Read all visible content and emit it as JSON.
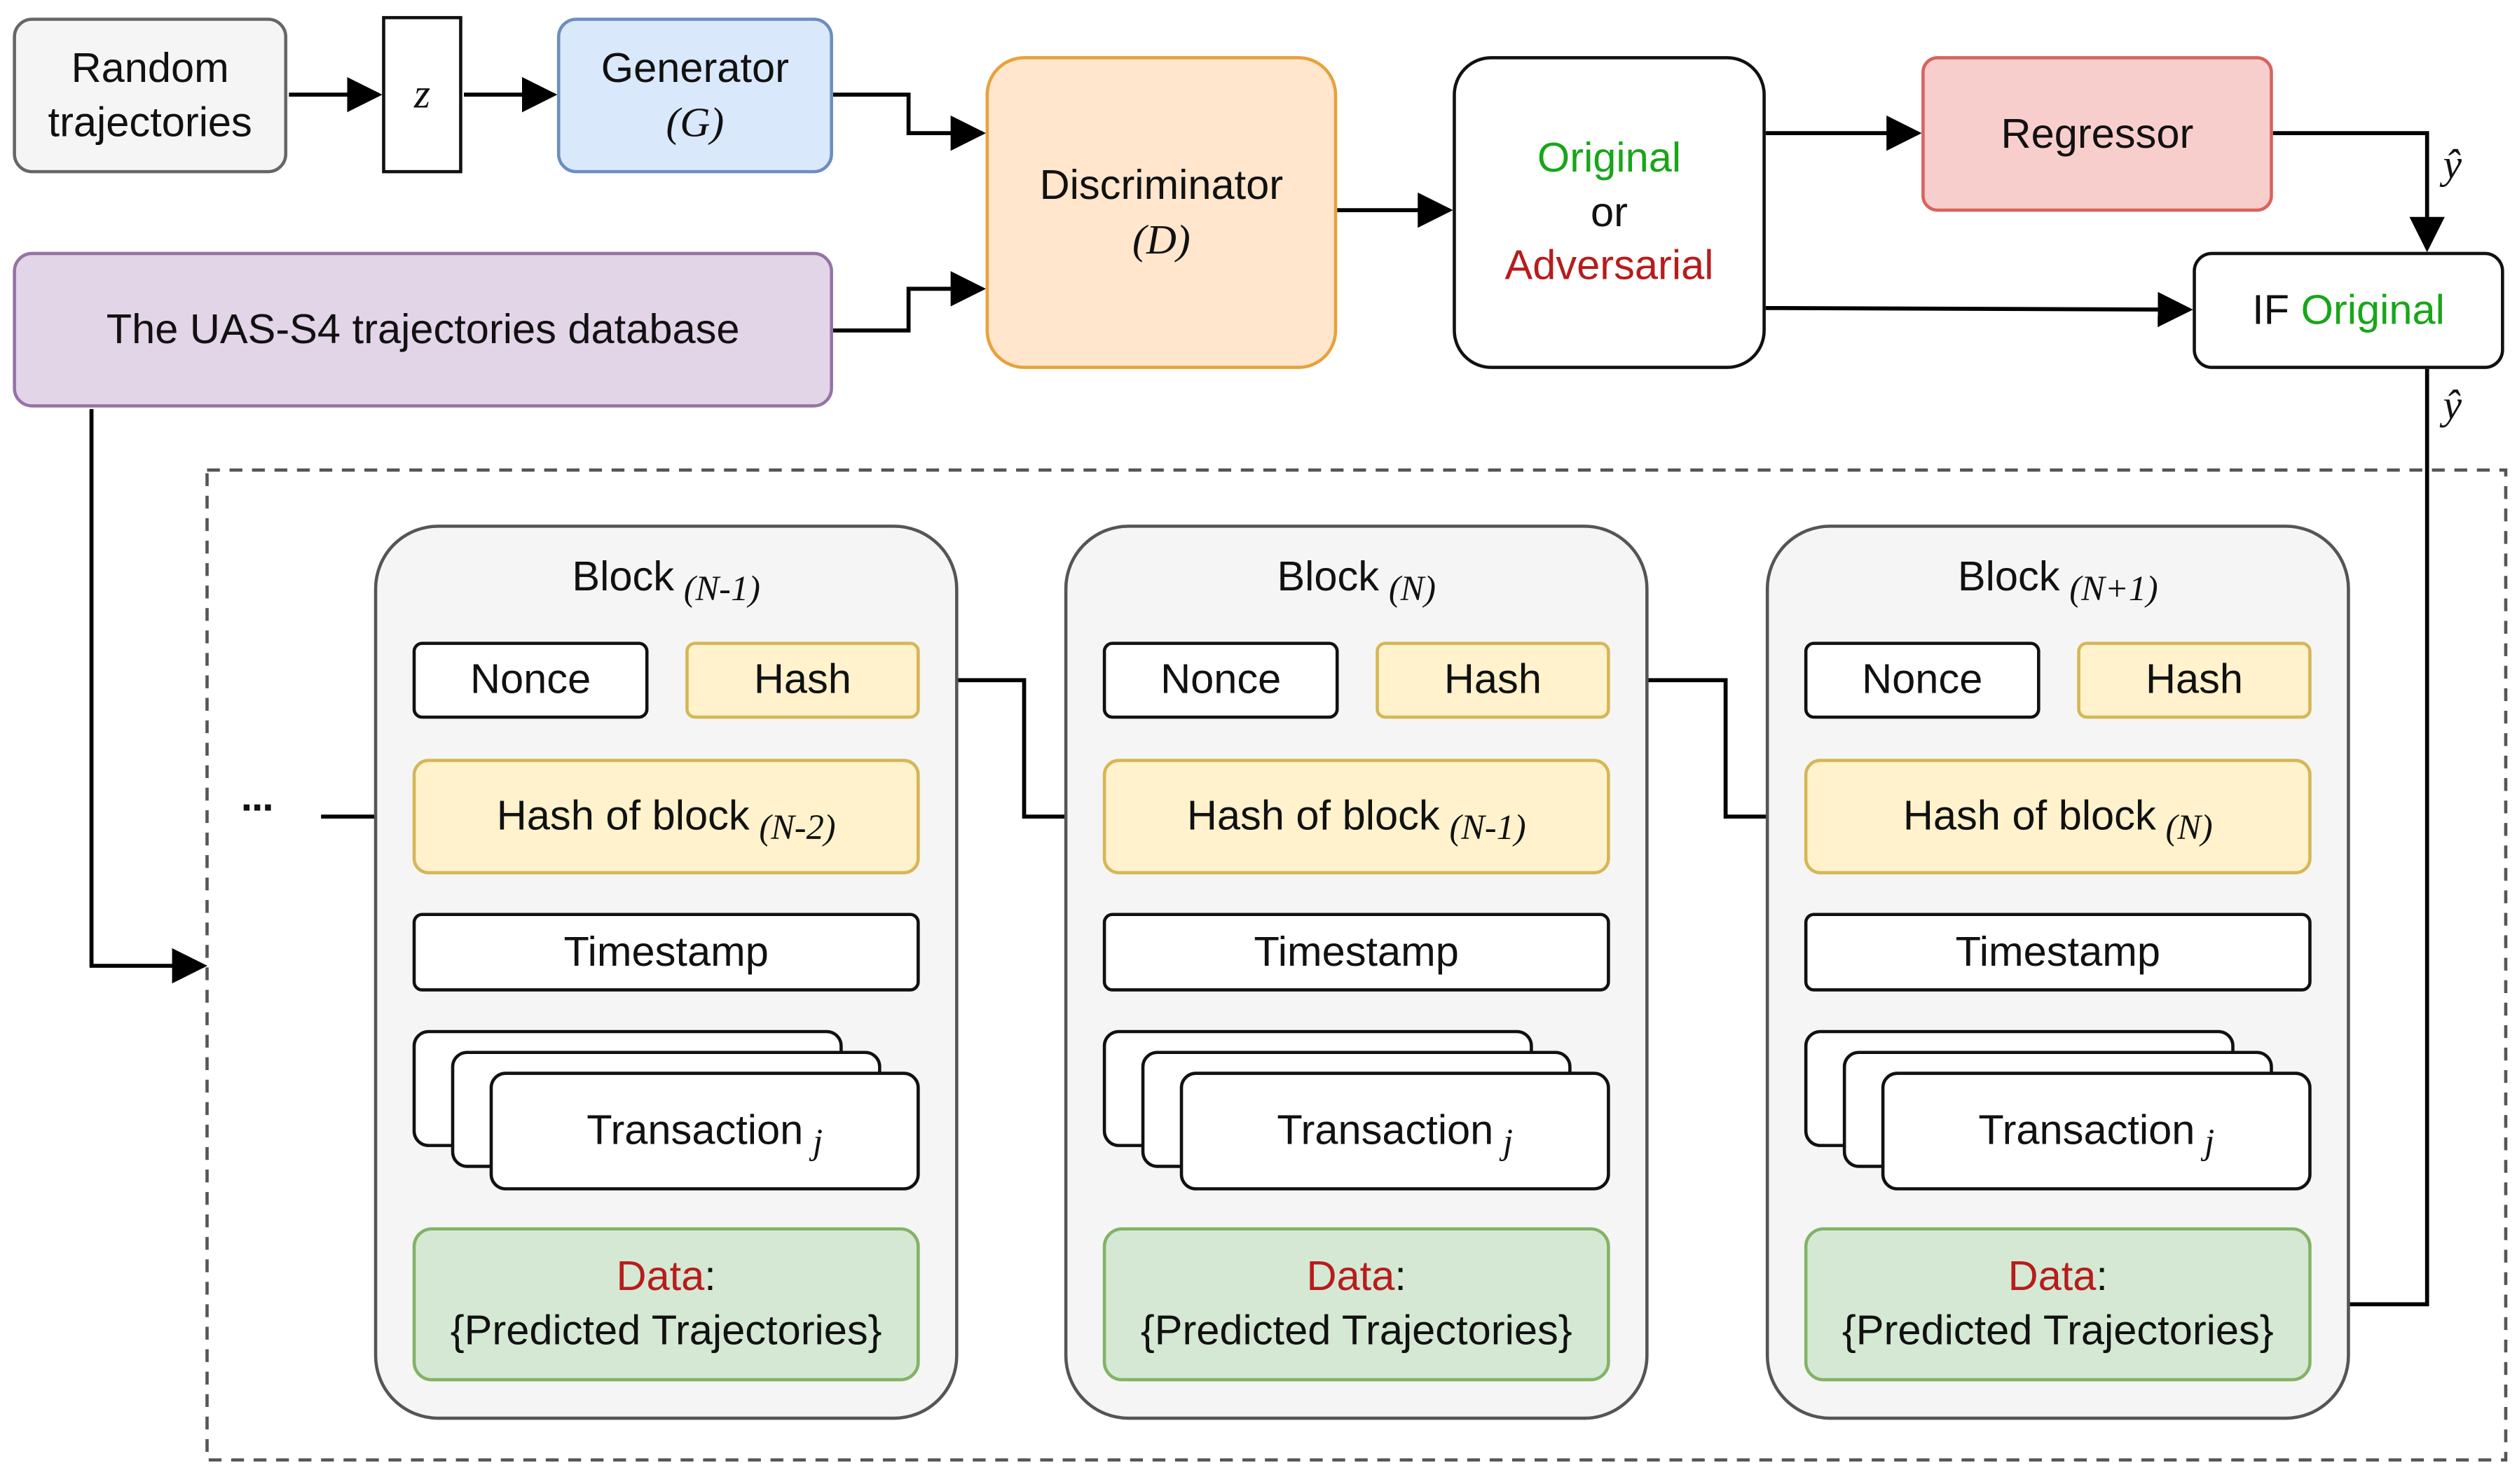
{
  "inputs": {
    "random_line1": "Random",
    "random_line2": "trajectories",
    "z": "z",
    "database": "The UAS-S4 trajectories database"
  },
  "gan": {
    "generator": "Generator",
    "generator_symbol": "(G)",
    "discriminator": "Discriminator",
    "discriminator_symbol": "(D)",
    "original": "Original",
    "or": "or",
    "adversarial": "Adversarial",
    "regressor": "Regressor",
    "if_prefix": "IF",
    "if_original": "Original",
    "y_hat": "ŷ"
  },
  "ellipsis": "···",
  "blocks": [
    {
      "title": "Block",
      "index": "(N-1)",
      "nonce": "Nonce",
      "hash": "Hash",
      "prev_hash": "Hash of block",
      "prev_index": "(N-2)",
      "timestamp": "Timestamp",
      "transaction": "Transaction",
      "transaction_index": "j",
      "data_label": "Data",
      "data_colon": ":",
      "data_value": "{Predicted Trajectories}"
    },
    {
      "title": "Block",
      "index": "(N)",
      "nonce": "Nonce",
      "hash": "Hash",
      "prev_hash": "Hash of block",
      "prev_index": "(N-1)",
      "timestamp": "Timestamp",
      "transaction": "Transaction",
      "transaction_index": "j",
      "data_label": "Data",
      "data_colon": ":",
      "data_value": "{Predicted Trajectories}"
    },
    {
      "title": "Block",
      "index": "(N+1)",
      "nonce": "Nonce",
      "hash": "Hash",
      "prev_hash": "Hash of block",
      "prev_index": "(N)",
      "timestamp": "Timestamp",
      "transaction": "Transaction",
      "transaction_index": "j",
      "data_label": "Data",
      "data_colon": ":",
      "data_value": "{Predicted Trajectories}"
    }
  ],
  "colors": {
    "original": "#18a619",
    "adversarial": "#b71c1c",
    "generator_fill": "#dae8fc",
    "discriminator_fill": "#ffe6cc",
    "database_fill": "#e1d5e7",
    "regressor_fill": "#f8cecc",
    "hash_fill": "#fff2cc",
    "data_fill": "#d5e8d4"
  }
}
